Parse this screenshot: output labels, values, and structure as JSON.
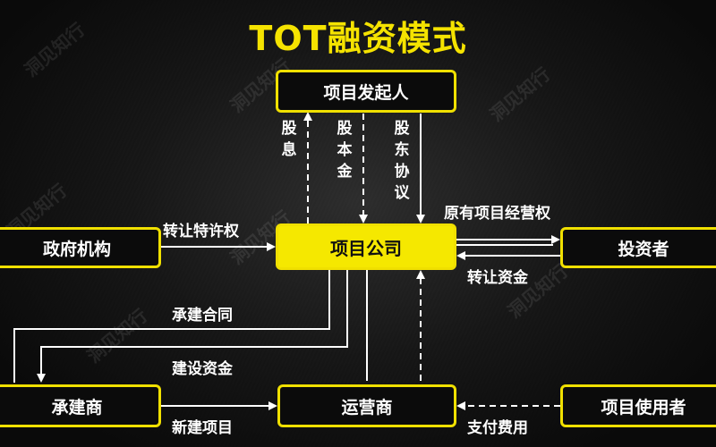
{
  "title": "TOT融资模式",
  "nodes": {
    "initiator": "项目发起人",
    "company": "项目公司",
    "government": "政府机构",
    "investor": "投资者",
    "contractor": "承建商",
    "operator": "运营商",
    "user": "项目使用者"
  },
  "edges": {
    "dividend": "股息",
    "equity": "股本金",
    "shareholder_agreement": "股东协议",
    "transfer_concession": "转让特许权",
    "original_rights": "原有项目经营权",
    "transfer_funds": "转让资金",
    "construction_contract": "承建合同",
    "construction_funds": "建设资金",
    "new_project": "新建项目",
    "payment": "支付费用"
  },
  "watermark": "洞见知行",
  "colors": {
    "accent": "#f5e800",
    "background": "#0e0e0e",
    "text": "#ffffff"
  }
}
